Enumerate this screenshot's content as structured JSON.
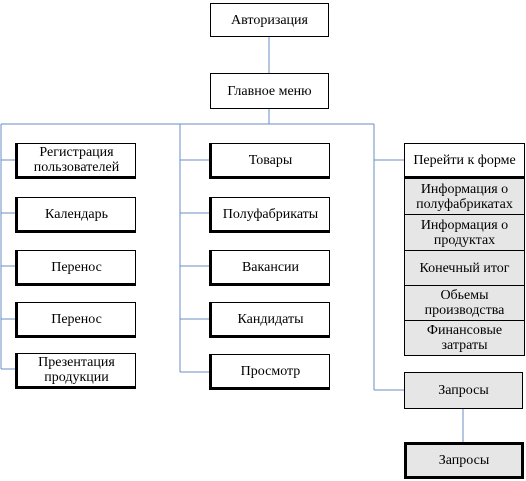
{
  "top": {
    "auth": "Авторизация",
    "main_menu": "Главное меню"
  },
  "left_column": [
    "Регистрация пользователей",
    "Календарь",
    "Перенос",
    "Перенос",
    "Презентация продукции"
  ],
  "middle_column": [
    "Товары",
    "Полуфабрикаты",
    "Вакансии",
    "Кандидаты",
    "Просмотр"
  ],
  "right_column": {
    "header": "Перейти к форме",
    "items": [
      "Информация о полуфабрикатах",
      "Информация о продуктах",
      "Конечный итог",
      "Обьемы производства",
      "Финансовые затраты"
    ],
    "queries_1": "Запросы",
    "queries_2": "Запросы"
  }
}
